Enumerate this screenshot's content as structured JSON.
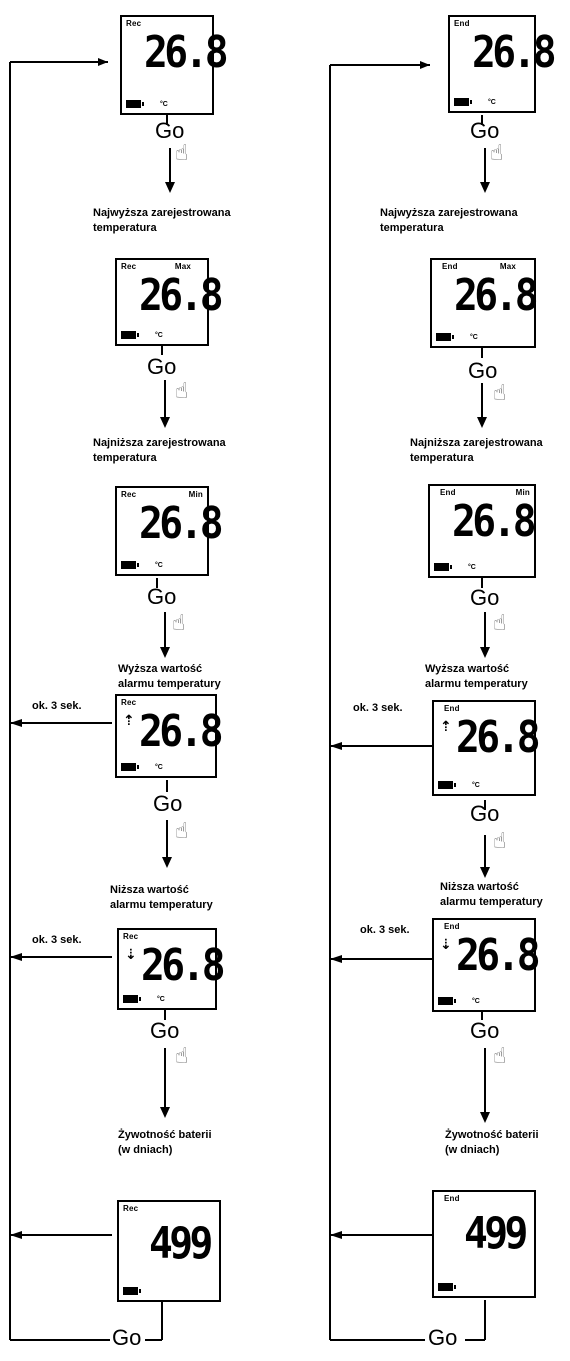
{
  "left": {
    "mode": "Rec",
    "screens": [
      {
        "tag_left": "Rec",
        "tag_right": "",
        "value": "26.8",
        "unit": "°C"
      },
      {
        "tag_left": "Rec",
        "tag_right": "Max",
        "value": "26.8",
        "unit": "°C"
      },
      {
        "tag_left": "Rec",
        "tag_right": "Min",
        "value": "26.8",
        "unit": "°C"
      },
      {
        "tag_left": "Rec",
        "tag_right": "",
        "value": "26.8",
        "unit": "°C"
      },
      {
        "tag_left": "Rec",
        "tag_right": "",
        "value": "26.8",
        "unit": "°C"
      },
      {
        "tag_left": "Rec",
        "tag_right": "",
        "value": "499",
        "unit": ""
      }
    ]
  },
  "right": {
    "mode": "End",
    "screens": [
      {
        "tag_left": "End",
        "tag_right": "",
        "value": "26.8",
        "unit": "°C"
      },
      {
        "tag_left": "End",
        "tag_right": "Max",
        "value": "26.8",
        "unit": "°C"
      },
      {
        "tag_left": "End",
        "tag_right": "Min",
        "value": "26.8",
        "unit": "°C"
      },
      {
        "tag_left": "End",
        "tag_right": "",
        "value": "26.8",
        "unit": "°C"
      },
      {
        "tag_left": "End",
        "tag_right": "",
        "value": "26.8",
        "unit": "°C"
      },
      {
        "tag_left": "End",
        "tag_right": "",
        "value": "499",
        "unit": ""
      }
    ]
  },
  "button_label": "Go",
  "captions": [
    [
      "Najwyższa zarejestrowana",
      "temperatura"
    ],
    [
      "Najniższa zarejestrowana",
      "temperatura"
    ],
    [
      "Wyższa wartość",
      "alarmu temperatury"
    ],
    [
      "Niższa wartość",
      "alarmu temperatury"
    ],
    [
      "Żywotność baterii",
      "(w dniach)"
    ]
  ],
  "hold_label": "ok. 3 sek.",
  "icons": {
    "press": "pointing-hand-icon",
    "alarm_high": "arrow-up-icon",
    "alarm_low": "arrow-down-icon",
    "battery": "battery-icon"
  }
}
